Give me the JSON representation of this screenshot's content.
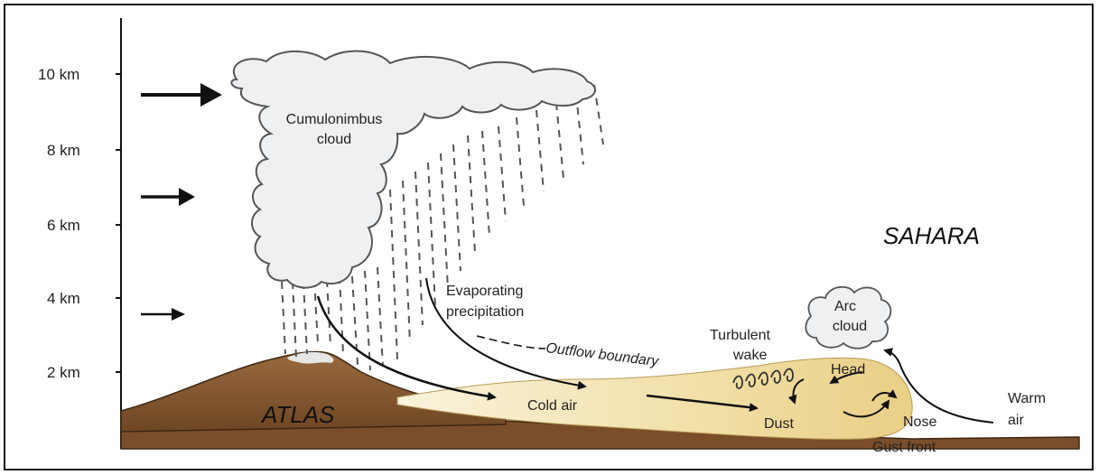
{
  "axis": {
    "ticks": [
      "10 km",
      "8 km",
      "6 km",
      "4 km",
      "2 km"
    ]
  },
  "labels": {
    "cumulonimbus_line1": "Cumulonimbus",
    "cumulonimbus_line2": "cloud",
    "evaporating_line1": "Evaporating",
    "evaporating_line2": "precipitation",
    "outflow_boundary": "Outflow boundary",
    "arc_cloud_line1": "Arc",
    "arc_cloud_line2": "cloud",
    "turbulent_wake_line1": "Turbulent",
    "turbulent_wake_line2": "wake",
    "head": "Head",
    "cold_air": "Cold air",
    "dust": "Dust",
    "nose": "Nose",
    "gust_front": "Gust front",
    "warm_air_line1": "Warm",
    "warm_air_line2": "air",
    "atlas": "ATLAS",
    "sahara": "SAHARA"
  },
  "colors": {
    "mountain": "#8a5a32",
    "ground": "#7a4e2a",
    "cold_pool": "#f1dfa6",
    "cloud_fill": "#eef0f2",
    "cloud_stroke": "#555555",
    "snow": "#e6e6e6"
  }
}
